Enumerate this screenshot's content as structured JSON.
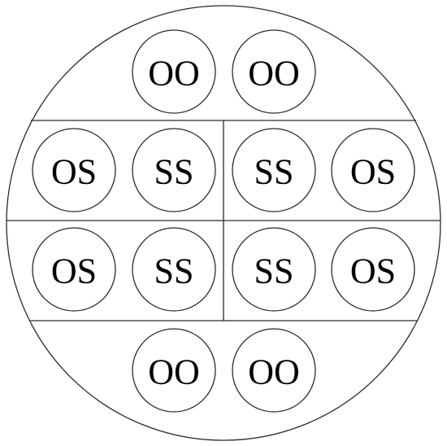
{
  "cells": [
    {
      "row": "top",
      "label": "OO"
    },
    {
      "row": "top",
      "label": "OO"
    },
    {
      "row": "upper",
      "label": "OS"
    },
    {
      "row": "upper",
      "label": "SS"
    },
    {
      "row": "upper",
      "label": "SS"
    },
    {
      "row": "upper",
      "label": "OS"
    },
    {
      "row": "lower",
      "label": "OS"
    },
    {
      "row": "lower",
      "label": "SS"
    },
    {
      "row": "lower",
      "label": "SS"
    },
    {
      "row": "lower",
      "label": "OS"
    },
    {
      "row": "bottom",
      "label": "OO"
    },
    {
      "row": "bottom",
      "label": "OO"
    }
  ]
}
